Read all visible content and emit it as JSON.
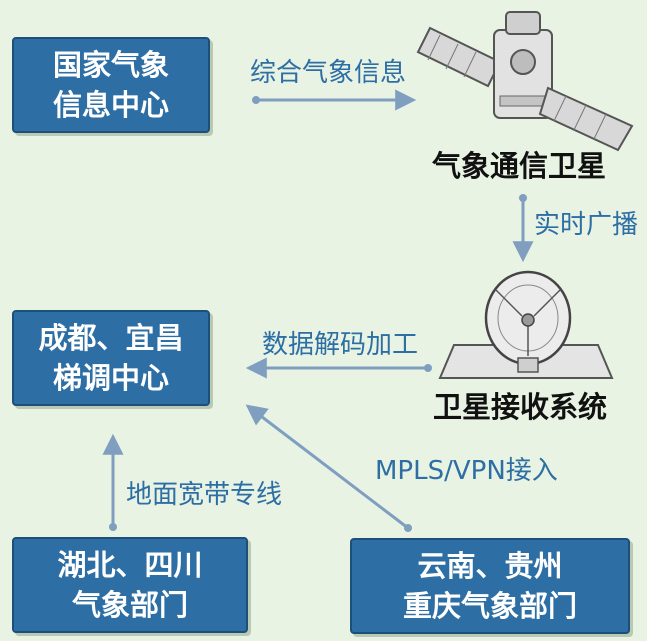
{
  "nodes": {
    "cma": {
      "line1": "国家气象",
      "line2": "信息中心"
    },
    "satellite": {
      "caption": "气象通信卫星"
    },
    "receiver": {
      "caption": "卫星接收系统"
    },
    "chengdu": {
      "line1": "成都、宜昌",
      "line2": "梯调中心"
    },
    "hubei": {
      "line1": "湖北、四川",
      "line2": "气象部门"
    },
    "yunnan": {
      "line1": "云南、贵州",
      "line2": "重庆气象部门"
    }
  },
  "edges": {
    "cma_to_satellite": "综合气象信息",
    "satellite_to_receiver": "实时广播",
    "receiver_to_chengdu": "数据解码加工",
    "hubei_to_chengdu": "地面宽带专线",
    "yunnan_to_chengdu": "MPLS/VPN接入"
  },
  "colors": {
    "background": "#e8f3e3",
    "box": "#2d6ea4",
    "arrow": "#7f9ec0",
    "edge_label": "#2d6ea4"
  }
}
